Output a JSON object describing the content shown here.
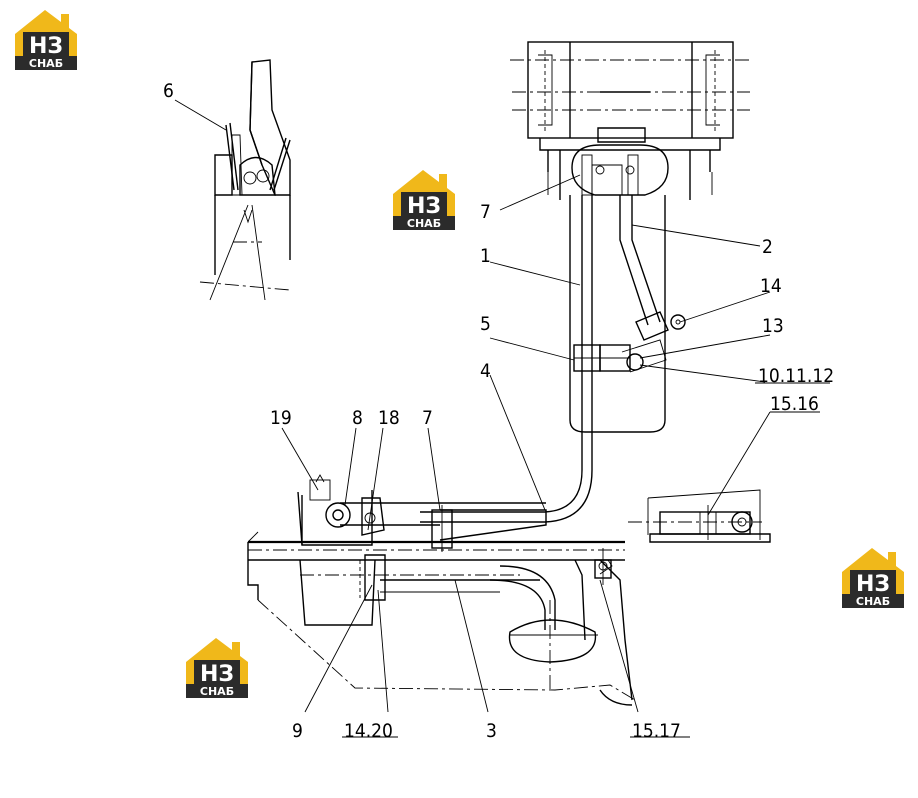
{
  "watermark": {
    "letters": "НЗ",
    "caption": "СНАБ",
    "color_gold": "#f0b81a",
    "color_dark": "#2b2b2b"
  },
  "callouts": {
    "c6": "6",
    "c7a": "7",
    "c1": "1",
    "c2": "2",
    "c14a": "14",
    "c5": "5",
    "c13": "13",
    "c101112": "10.11.12",
    "c4": "4",
    "c1516": "15.16",
    "c19": "19",
    "c8": "8",
    "c18": "18",
    "c7b": "7",
    "c9": "9",
    "c1420": "14.20",
    "c3": "3",
    "c1517": "15.17"
  }
}
